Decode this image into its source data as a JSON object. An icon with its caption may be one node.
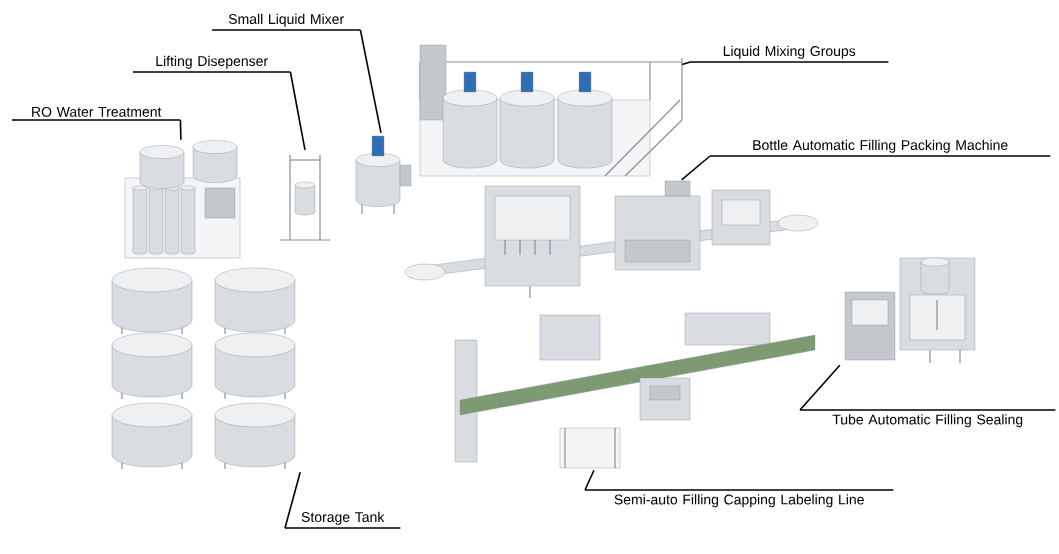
{
  "diagram": {
    "nodes": [
      {
        "text": [
          "Small Liquid Mixer"
        ]
      },
      {
        "text": [
          "Liquid Mixing Groups"
        ]
      },
      {
        "text": [
          "Lifting Disepenser"
        ]
      },
      {
        "text": [
          "RO Water Treatment"
        ]
      },
      {
        "text": [
          "Bottle Automatic Filling Packing Machine"
        ]
      },
      {
        "text": [
          "Tube Automatic Filling Sealing"
        ]
      },
      {
        "text": [
          "Semi-auto Filling Capping Labeling Line"
        ]
      },
      {
        "text": [
          "Storage Tank"
        ]
      },
      {
        "text": [],
        "shape": "picture"
      },
      {
        "text": [],
        "shape": "picture"
      },
      {
        "text": [],
        "shape": "picture"
      },
      {
        "text": [],
        "shape": "picture"
      },
      {
        "text": [],
        "shape": "picture"
      },
      {
        "text": [],
        "shape": "picture"
      },
      {
        "text": [],
        "shape": "picture"
      },
      {
        "text": [],
        "shape": "picture"
      }
    ],
    "edges": [
      {
        "from": 0,
        "to": 11,
        "arrow": "none"
      },
      {
        "from": 1,
        "to": 13,
        "arrow": "none"
      },
      {
        "from": 2,
        "to": 10,
        "arrow": "none"
      },
      {
        "from": 3,
        "to": 9,
        "arrow": "none"
      },
      {
        "from": 4,
        "to": 12,
        "arrow": "none"
      },
      {
        "from": 5,
        "to": 15,
        "arrow": "none"
      },
      {
        "from": 6,
        "to": 14,
        "arrow": "none"
      },
      {
        "from": 7,
        "to": 8,
        "arrow": "none"
      }
    ]
  }
}
